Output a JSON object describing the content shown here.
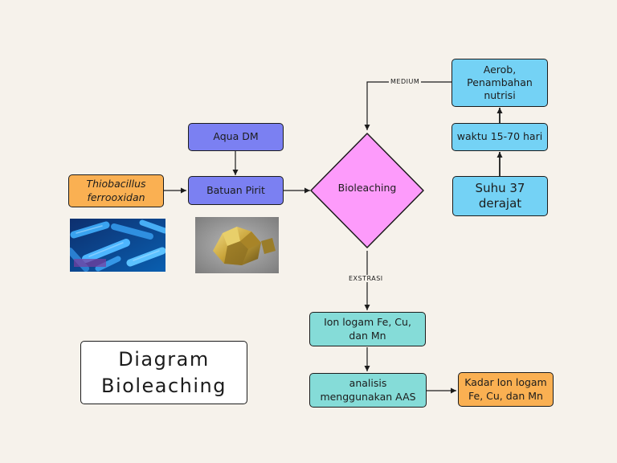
{
  "nodes": {
    "aqua_dm": "Aqua DM",
    "thiobacillus_line1": "Thiobacillus",
    "thiobacillus_line2": "ferrooxidan",
    "batuan_pirit": "Batuan Pirit",
    "bioleaching": "Bioleaching",
    "aerob_line1": "Aerob,",
    "aerob_line2": "Penambahan",
    "aerob_line3": "nutrisi",
    "waktu": "waktu 15-70 hari",
    "suhu_line1": "Suhu 37",
    "suhu_line2": "derajat",
    "ion_logam_line1": "Ion logam Fe, Cu,",
    "ion_logam_line2": "dan Mn",
    "analisis_line1": "analisis",
    "analisis_line2": "menggunakan AAS",
    "kadar_line1": "Kadar Ion logam",
    "kadar_line2": "Fe, Cu, dan Mn"
  },
  "edge_labels": {
    "medium": "MEDIUM",
    "exstrasi": "EXSTRASI"
  },
  "title": {
    "line1": "Diagram",
    "line2": "Bioleaching"
  },
  "images": {
    "bacteria_photo": "bacteria-microscope-image",
    "pyrite_photo": "pyrite-rock-image"
  },
  "colors": {
    "background": "#f6f2eb",
    "purple": "#7b80f2",
    "cyan": "#74d2f5",
    "teal": "#85dcd8",
    "orange": "#fab052",
    "pink": "#fd9bfb"
  }
}
